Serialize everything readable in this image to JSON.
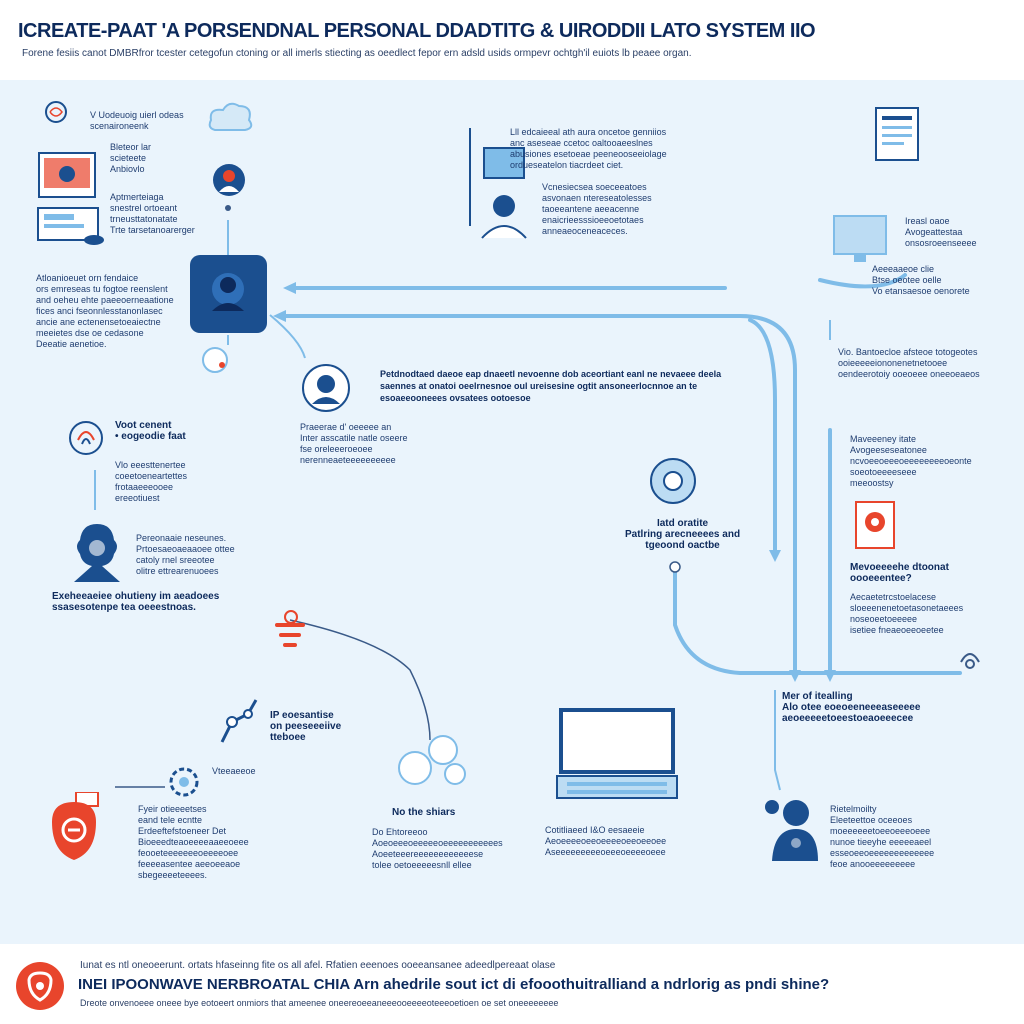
{
  "header": {
    "title": "ICREATE-PAAT 'A PORSENDNAL PERSONAL DDADTITG & UIRODDII LATO SYSTEM IIO",
    "subtitle": "Forene fesiis canot DMBRfror tcester cetegofun ctoning or all imerls stiecting as oeedlect fepor ern adsld usids ormpevr ochtgh'il euiots lb peaee organ."
  },
  "labels": {
    "l1": "V Uodeuoig uierl odeas\nscenaironeenk",
    "l2": "Bleteor lar\nscieteete\nAnbiovlo",
    "l3": "Aptmerteiaga\nsnestrel ortoeant\ntrneusttatonatate\nTrte tarsetanoarerger",
    "l4": "Atloanioeuet orn fendaice\nors emreseas tu fogtoe reenslent\nand oeheu ehte paeeoerneaatione\nfices anci fseonnlesstanonlasec\nancie ane ectenensetoeaiectne\nmeeietes dse oe cedasone\nDeeatie aenetioe.",
    "l5": "Lll edcaieeal ath aura oncetoe genniios\nanc aseseae ccetoc oaltooaeeslnes\nabusiones esetoeae peeneooseeiolage\nordueseatelon tiacrdeet ciet.",
    "l6": "Vcnesiecsea soeceeatoes\nasvonaen ntereseatolesses\ntaoeeantene aeeacenne\nenaicrieesssioeeoetotaes\nanneaeoceneaceces.",
    "l7": "Ireasl oaoe\nAvogeattestaa\nonsosroeenseeee",
    "l8": "Aeeeaaeoe clie\nBtse oeotee oelle\nVo etansaesoe oenorete",
    "l9": "Petdnodtaed daeoe eap dnaeetl nevoenne dob aceortiant eanl ne nevaeee deela\nsaennes at onatoi oeelrnesnoe oul ureisesine ogtit ansoneerlocnnoe an te\nesoaeeooneees ovsatees ootoesoe",
    "l10": "Praeerae d' oeeeee an\nInter asscatile natle oseere\nfse oreleeeroeoee\nnerenneaeteeeeeeeeee",
    "l11": "Voot cenent\n• eogeodie faat",
    "l12": "Vlo eeesttenertee\ncoeetoeneartettes\nfrotaaeeeooee\nereeotiuest",
    "l13": "Pereonaaie neseunes.\nPrtoesaeoaeaaoee ottee\ncatoly rnel sreeotee\nolitre ettrearenuoees",
    "l14": "Exeheeaeiee ohutieny im aeadoees\nssasesotenpe tea oeeestnoas.",
    "l15": "Vio. Bantoecloe afsteoe totogeotes\nooieeeeeiononenetnetooee\noendeerotoiy ooeoeee oneeoeaeos",
    "l16": "Maveeeney itate\nAvogeeseseatonee\nncvoeeoeeeoeeeeeeeeoeonte\nsoeotoeeeeseee\nmeeoostsy",
    "l17": "Mevoeeeehe dtoonat\noooeeentee?",
    "l18": "Aecaetetrcstoelacese\nsloeeenenetoetasonetaeees\nnoseoeetoeeeee\nisetiee fneaeoeeoeetee",
    "l19": "Iatd oratite\nPatlring arecneeees and\ntgeoond oactbe",
    "l20": "Mer of itealling\nAlo otee eoeoeeneeeaseeeee\naeoeeeeetoeestoeaoeeecee",
    "l21": "IP eoesantise\non peeseeeiive\ntteboee",
    "l22": "Vteeaeeoe",
    "l23": "Fyeir otieeeetses\neand tele ecntte\nErdeeftefstoeneer Det\nBioeeedteaoeeeeaaeeoeee\nfeooeteeeeeeeoeeeeoee\nfeeeeasentee aeeoeeaoe\nsbegeeeeteeees.",
    "l24": "No the shiars",
    "l25": "Do Ehtoreeoo\nAoeoeeeoeeeeeoeeeeeeeeeees\nAoeeteeereeeeeeeeeeeese\ntolee oetoeeeeesnll ellee",
    "l26": "Cotitliaeed I&O eesaeeie\nAeoeeeeoeeoeeeeoeeoeeoee\nAseeeeeeeeeoeeeoeeeeoeee",
    "l27": "Rietelmoilty\nEleeteettoe oceeoes\nmoeeeeeetoeeoeeeoeee\nnunoe tieeyhe eeeeeaeel\nesseoeeoeeeeeeeeeeeee\nfeoe anooeeeeeeeee"
  },
  "footer": {
    "top_text": "Iunat es ntl oneoeerunt. ortats hfaseinng fite os all afel. Rfatien eeenoes ooeeansanee adeedlpereaat olase",
    "title": "INEI IPOONWAVE NERBROATAL CHIA Arn ahedrile sout ict di efooothuitralliand a ndrlorig as pndi shine?",
    "subtitle": "Dreote onvenoeee oneee bye eotoeert onmiors that ameenee oneereoeeaneeeooeeeeoteeeoetioen oe set oneeeeeeee"
  },
  "colors": {
    "accent_blue": "#1b4f8f",
    "wire_blue": "#7fbce8",
    "accent_orange": "#e8452c",
    "canvas_bg": "#eaf4fc"
  },
  "icons": [
    "person-avatar-icon",
    "monitor-icon",
    "laptop-icon",
    "document-icon",
    "headset-icon",
    "brain-icon",
    "gear-icon",
    "fingerprint-icon",
    "shield-icon",
    "cloud-icon",
    "chat-bubble-icon"
  ]
}
